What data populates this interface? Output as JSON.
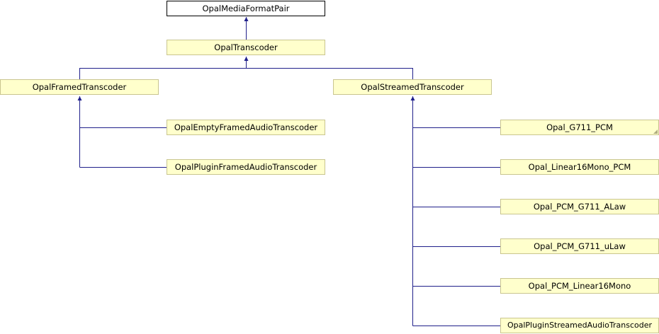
{
  "diagram": {
    "nodes": {
      "media_format_pair": "OpalMediaFormatPair",
      "transcoder": "OpalTranscoder",
      "framed_transcoder": "OpalFramedTranscoder",
      "streamed_transcoder": "OpalStreamedTranscoder",
      "empty_framed_audio": "OpalEmptyFramedAudioTranscoder",
      "plugin_framed_audio": "OpalPluginFramedAudioTranscoder",
      "g711_pcm": "Opal_G711_PCM",
      "linear16mono_pcm": "Opal_Linear16Mono_PCM",
      "pcm_g711_alaw": "Opal_PCM_G711_ALaw",
      "pcm_g711_ulaw": "Opal_PCM_G711_uLaw",
      "pcm_linear16mono": "Opal_PCM_Linear16Mono",
      "plugin_streamed_audio": "OpalPluginStreamedAudioTranscoder"
    },
    "colors": {
      "edge": "#1f1f8a",
      "node_fill": "#ffffcc",
      "node_border": "#c9c58f",
      "root_fill": "#ffffff",
      "root_border": "#000000"
    }
  }
}
